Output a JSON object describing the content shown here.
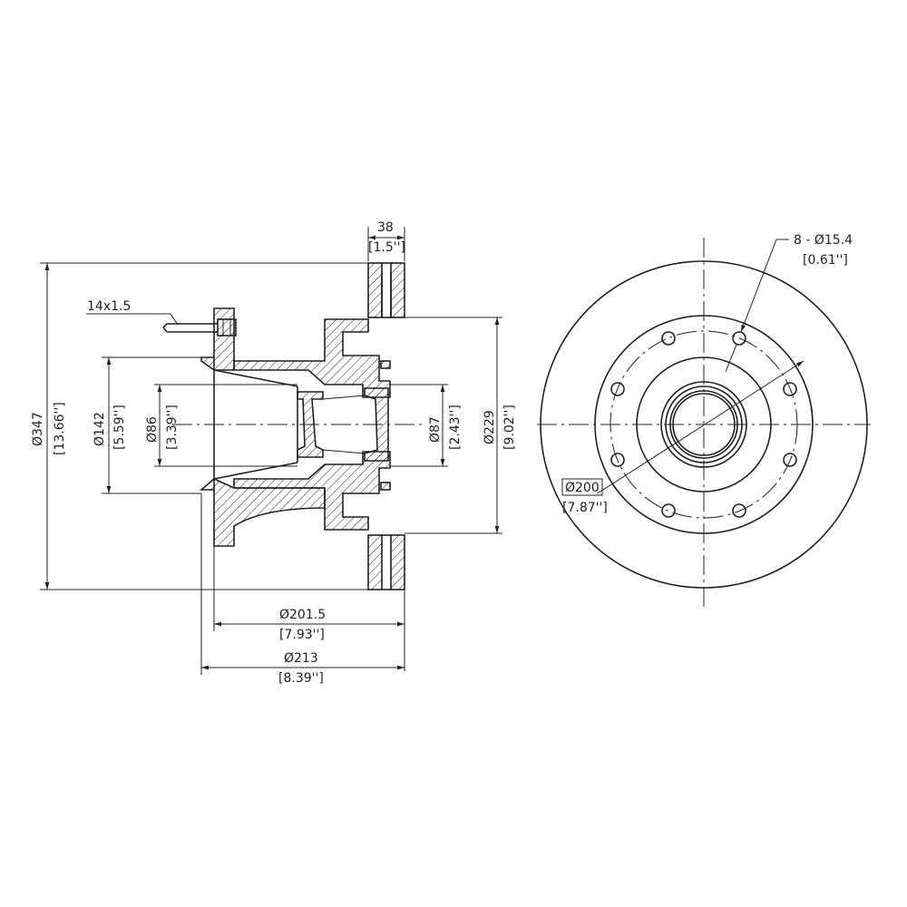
{
  "drawing": {
    "thread_label": "14x1.5",
    "dim_top_width": "38",
    "dim_top_width_in": "[1.5'']",
    "dim_outer_dia": "Ø347",
    "dim_outer_dia_in": "[13.66'']",
    "dim_hub_dia": "Ø142",
    "dim_hub_dia_in": "[5.59'']",
    "dim_bore_dia": "Ø86",
    "dim_bore_dia_in": "[3.39'']",
    "dim_bearing_dia": "Ø87",
    "dim_bearing_dia_in": "[2.43'']",
    "dim_flange_dia": "Ø229",
    "dim_flange_dia_in": "[9.02'']",
    "dim_width1": "Ø201.5",
    "dim_width1_in": "[7.93'']",
    "dim_width2": "Ø213",
    "dim_width2_in": "[8.39'']",
    "dim_holes": "8 - Ø15.4",
    "dim_holes_in": "[0.61'']",
    "dim_pcd": "Ø200",
    "dim_pcd_in": "[7.87'']"
  }
}
